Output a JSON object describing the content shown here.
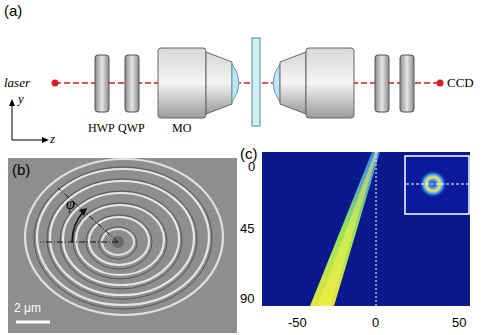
{
  "diagram": {
    "labels": [
      "(a)",
      "laser",
      "HWP",
      "QWP",
      "MO",
      "CCD",
      "y",
      "z",
      "(b)",
      "φ",
      "2 μm",
      "(c)",
      "0",
      "45",
      "90",
      "-50",
      "0",
      "50"
    ]
  }
}
